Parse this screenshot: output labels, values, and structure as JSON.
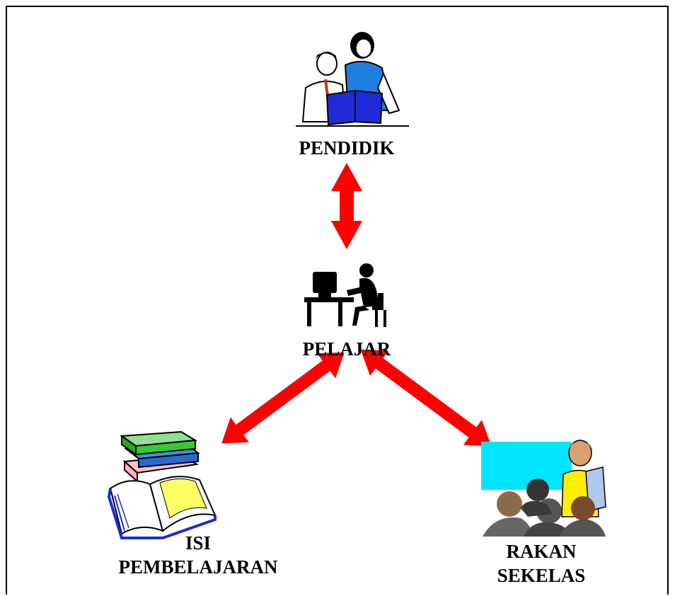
{
  "nodes": {
    "pendidik": {
      "label": "PENDIDIK"
    },
    "pelajar": {
      "label": "PELAJAR"
    },
    "isi": {
      "line1": "ISI",
      "line2": "PEMBELAJARAN"
    },
    "rakan": {
      "line1": "RAKAN",
      "line2": "SEKELAS"
    }
  },
  "colors": {
    "arrow": "#ff0000",
    "book_blue": "#1f2bd6",
    "teacher_blue": "#1e7fe0",
    "board": "#00e5ff",
    "page_yellow": "#ffff66",
    "teacher_yellow": "#ffee00"
  }
}
